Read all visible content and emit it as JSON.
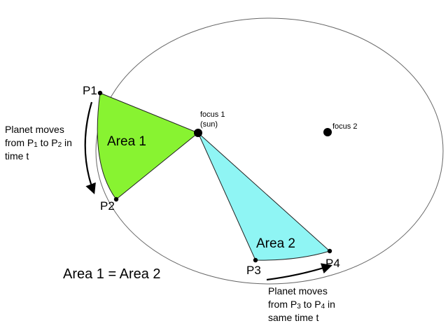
{
  "colors": {
    "area1_fill": "#88f331",
    "area2_fill": "#8ff5f4",
    "orbit_stroke": "#666666",
    "ink": "#000000"
  },
  "points": {
    "p1": {
      "label": "P1",
      "base": "P",
      "sub": "1"
    },
    "p2": {
      "label": "P2",
      "base": "P",
      "sub": "2"
    },
    "p3": {
      "label": "P3",
      "base": "P",
      "sub": "3"
    },
    "p4": {
      "label": "P4",
      "base": "P",
      "sub": "4"
    }
  },
  "areas": {
    "area1": "Area 1",
    "area2": "Area 2"
  },
  "foci": {
    "focus1_line1": "focus 1",
    "focus1_line2": "(sun)",
    "focus2": "focus 2"
  },
  "note_left": {
    "line1": "Planet moves",
    "line2_prefix": "from P",
    "line2_sub1": "1",
    "line2_mid": " to P",
    "line2_sub2": "2",
    "line2_suffix": " in",
    "line3": "time t"
  },
  "note_bottom": {
    "line1": "Planet moves",
    "line2_prefix": "from P",
    "line2_sub1": "3",
    "line2_mid": " to P",
    "line2_sub2": "4",
    "line2_suffix": " in",
    "line3": "same time t"
  },
  "equation": "Area 1 = Area 2"
}
